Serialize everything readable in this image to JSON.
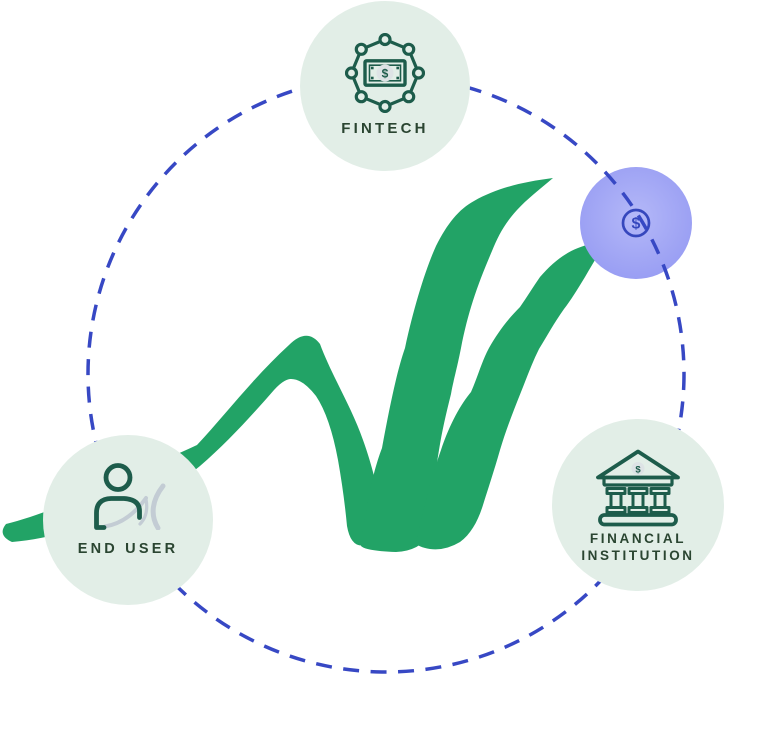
{
  "colors": {
    "background": "#ffffff",
    "node-bg": "#e2eee7",
    "icon-green": "#1d5c4b",
    "label-green": "#2a4531",
    "brand-green": "#22a366",
    "ring-blue": "#3748c4",
    "coin-blue": "#3647bd",
    "purple-light": "#b4b8f8",
    "purple": "#989df3",
    "badge-gray": "#dde3e5",
    "watermark-gray": "#c3ccd4"
  },
  "diagram": {
    "ring": {
      "style": "dashed-circle"
    },
    "nodes": {
      "fintech": {
        "label": "FINTECH",
        "badge_symbol": "$"
      },
      "end_user": {
        "label": "END USER"
      },
      "financial_institution": {
        "label_line1": "FINANCIAL",
        "label_line2": "INSTITUTION",
        "badge_symbol": "$"
      },
      "money_coin": {
        "symbol": "$"
      }
    }
  }
}
